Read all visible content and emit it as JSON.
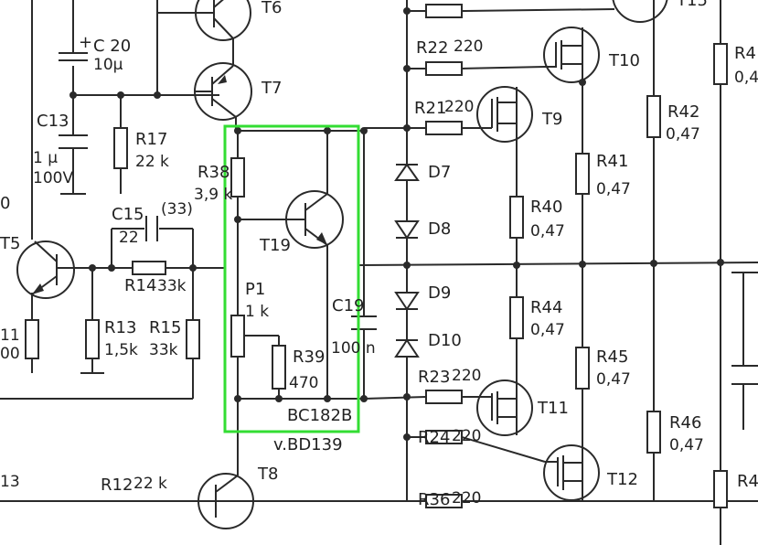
{
  "labels": {
    "c20": "C 20",
    "c20_plus": "+",
    "c20_val": "10µ",
    "c13": "C13",
    "c13_val1": "1 µ",
    "c13_val2": "100V",
    "r17": "R17",
    "r17_val": "22 k",
    "t6": "T6",
    "t7": "T7",
    "t5": "T5",
    "t8": "T8",
    "c15": "C15",
    "c15_alt": "(33)",
    "c15_val": "22",
    "r14": "R14",
    "r14_val": "33k",
    "r13": "R13",
    "r13_val": "1,5k",
    "r15": "R15",
    "r15_val": "33k",
    "r12": "R12",
    "r12_val": "22 k",
    "r38": "R38",
    "r38_val": "3,9 k",
    "t19": "T19",
    "p1": "P1",
    "p1_val": "1 k",
    "r39": "R39",
    "r39_val": "470",
    "c19": "C19",
    "c19_val": "100 n",
    "bc182b": "BC182B",
    "bd139": "v.BD139",
    "d7": "D7",
    "d8": "D8",
    "d9": "D9",
    "d10": "D10",
    "r22": "R22",
    "r22_val": "220",
    "r21": "R21",
    "r21_val": "220",
    "r23": "R23",
    "r23_val": "220",
    "r24": "R24",
    "r24_val": "220",
    "r36": "R36",
    "r36_val": "220",
    "t10": "T10",
    "t9": "T9",
    "t11": "T11",
    "t12": "T12",
    "t15": "T15",
    "r41": "R41",
    "r41_val": "0,47",
    "r40": "R40",
    "r40_val": "0,47",
    "r44": "R44",
    "r44_val": "0,47",
    "r45": "R45",
    "r45_val": "0,47",
    "r42": "R42",
    "r42_val": "0,47",
    "r46": "R46",
    "r46_val": "0,47",
    "r43": "R4",
    "r43_val": "0,4",
    "r47": "R4",
    "left_0": "0",
    "left_11": "11",
    "left_00": "00",
    "left_13": "13"
  },
  "colors": {
    "highlight": "#33dd33",
    "ink": "#2a2a2a",
    "background": "#ffffff"
  }
}
